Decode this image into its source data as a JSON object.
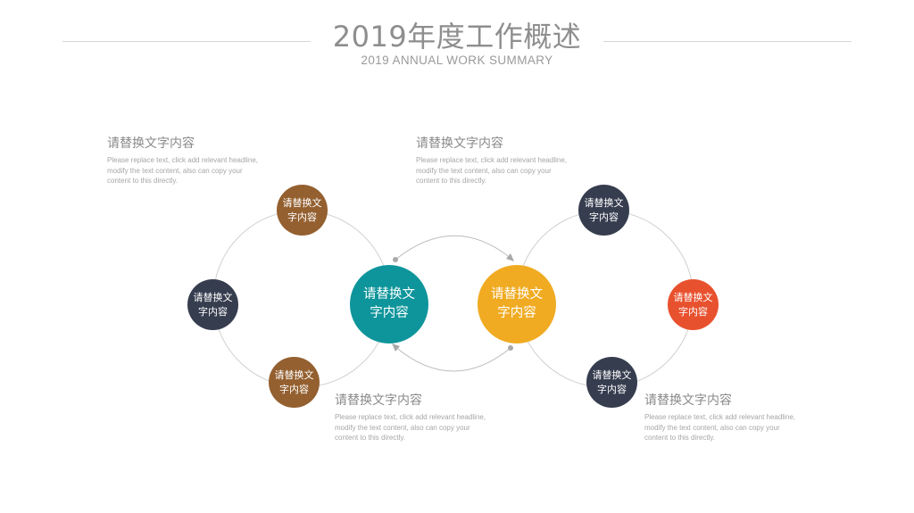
{
  "header": {
    "title": "2019年度工作概述",
    "subtitle": "2019 ANNUAL WORK SUMMARY"
  },
  "colors": {
    "teal": "#0e959b",
    "yellow": "#f0ab22",
    "brown": "#946030",
    "navy": "#363d4f",
    "orange": "#e8512e",
    "line": "#cfcfcf"
  },
  "nodes": {
    "center_left": "请替换文字内容",
    "center_right": "请替换文字内容",
    "left_top": "请替换文字内容",
    "left_mid": "请替换文字内容",
    "left_bottom": "请替换文字内容",
    "right_top": "请替换文字内容",
    "right_mid": "请替换文字内容",
    "right_bottom": "请替换文字内容"
  },
  "text_blocks": [
    {
      "title": "请替换文字内容",
      "lines": [
        "Please replace text, click add relevant headline,",
        "modify the text content, also can copy your",
        "content to this directly."
      ]
    },
    {
      "title": "请替换文字内容",
      "lines": [
        "Please replace text, click add relevant headline,",
        "modify the text content, also can copy your",
        "content to this directly."
      ]
    },
    {
      "title": "请替换文字内容",
      "lines": [
        "Please replace text, click add relevant headline,",
        "modify the text content, also can copy your",
        "content to this directly."
      ]
    },
    {
      "title": "请替换文字内容",
      "lines": [
        "Please replace text, click add relevant headline,",
        "modify the text content, also can copy your",
        "content to this directly."
      ]
    }
  ]
}
